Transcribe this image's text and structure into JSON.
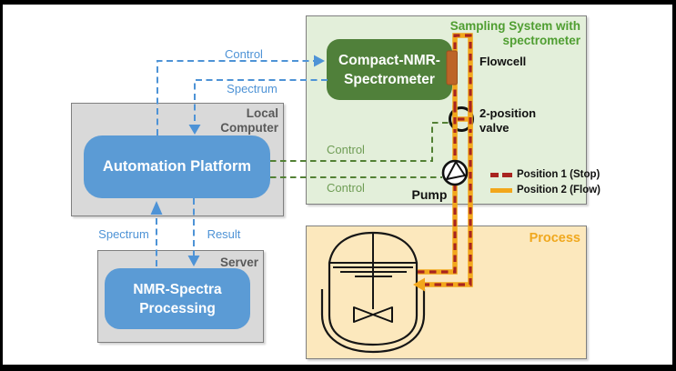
{
  "regions": {
    "sampling": {
      "title_line1": "Sampling System with",
      "title_line2": "spectrometer"
    },
    "process": {
      "title": "Process"
    },
    "local_computer": {
      "label_line1": "Local",
      "label_line2": "Computer"
    },
    "server": {
      "label": "Server"
    }
  },
  "nodes": {
    "automation_platform": {
      "label": "Automation Platform"
    },
    "nmr_processing": {
      "line1": "NMR-Spectra",
      "line2": "Processing"
    },
    "spectrometer": {
      "line1": "Compact-NMR-",
      "line2": "Spectrometer"
    }
  },
  "connections": {
    "control_to_spectrometer": "Control",
    "spectrum_from_spectrometer": "Spectrum",
    "spectrum_to_platform": "Spectrum",
    "result_to_server": "Result",
    "control_to_valve": "Control",
    "control_to_pump": "Control"
  },
  "components": {
    "flowcell": "Flowcell",
    "valve_line1": "2-position",
    "valve_line2": "valve",
    "pump": "Pump"
  },
  "legend": {
    "position1": "Position 1 (Stop)",
    "position2": "Position 2 (Flow)"
  },
  "colors": {
    "blue-box": "#5b9bd5",
    "blue-line": "#4e93d6",
    "green-box-bg": "#e3efda",
    "green-dark": "#50803a",
    "green-title": "#4f9e31",
    "green-line": "#538135",
    "green-label": "#6f9d55",
    "gray-fill": "#d9d9d9",
    "gray-border": "#7f7f7f",
    "gray-label": "#595959",
    "process-bg": "#fce8bd",
    "process-label": "#f0a81e",
    "tube-yellow": "#f2a71b",
    "tube-red": "#a82420",
    "flowcell-fill": "#bd6428",
    "vessel-stroke": "#161616"
  }
}
